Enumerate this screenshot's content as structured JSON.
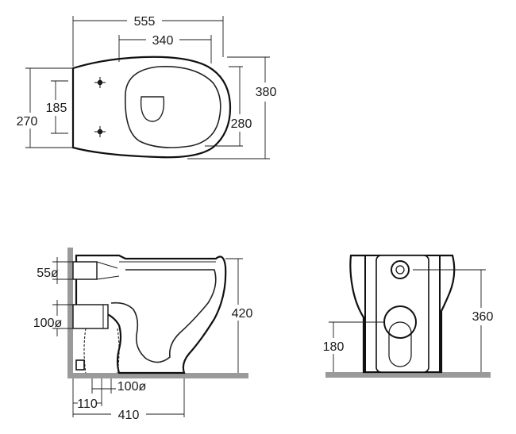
{
  "top_view": {
    "dim_overall_length": "555",
    "dim_fixing_spacing": "340",
    "dim_overall_width": "380",
    "dim_back_width": "270",
    "dim_hole_spacing": "185",
    "dim_seat_width": "280"
  },
  "side_view": {
    "dim_outlet_small": "55ø",
    "dim_outlet_large": "100ø",
    "dim_height": "420",
    "dim_outlet_floor": "100ø",
    "dim_wall_offset": "110",
    "dim_depth": "410"
  },
  "back_view": {
    "dim_inlet_height": "360",
    "dim_outlet_height": "180"
  },
  "colors": {
    "line": "#111111",
    "floor": "#9a9a9a",
    "background": "#ffffff"
  }
}
